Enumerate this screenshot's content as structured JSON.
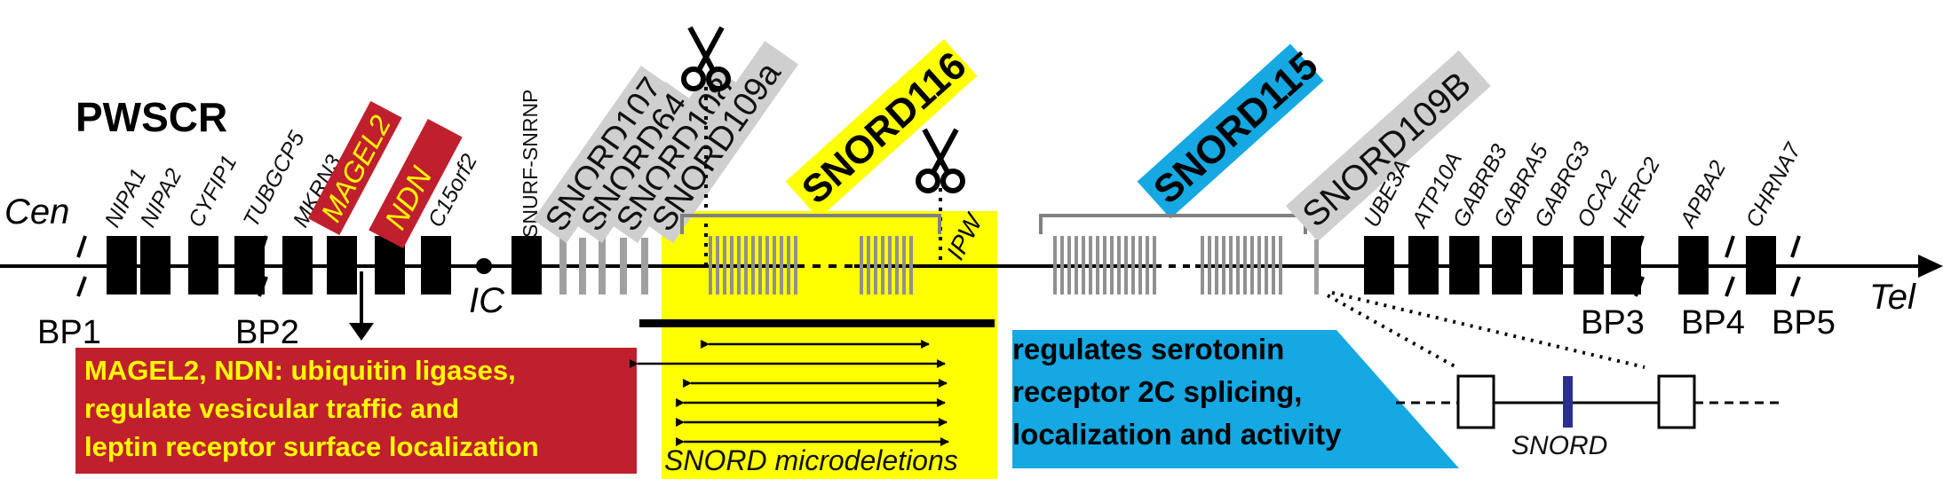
{
  "title": "PWSCR",
  "ends": {
    "left": "Cen",
    "right": "Tel"
  },
  "imprinting_center": "IC",
  "breakpoints": [
    "BP1",
    "BP2",
    "BP3",
    "BP4",
    "BP5"
  ],
  "genes_left": [
    "NIPA1",
    "NIPA2",
    "CYFIP1",
    "TUBGCP5",
    "MKRN3",
    "C15orf2"
  ],
  "highlighted_genes": [
    "MAGEL2",
    "NDN"
  ],
  "snurf": "SNURF-SNRNP",
  "gray_snords": [
    "SNORD107",
    "SNORD64",
    "SNORD108",
    "SNORD109a"
  ],
  "snord116": "SNORD116",
  "ipw": "IPW",
  "snord115": "SNORD115",
  "snord109b": "SNORD109B",
  "genes_right": [
    "UBE3A",
    "ATP10A",
    "GABRB3",
    "GABRA5",
    "GABRG3",
    "OCA2",
    "HERC2"
  ],
  "genes_far": [
    "APBA2",
    "CHRNA7"
  ],
  "red_box_lines": [
    "MAGEL2, NDN: ubiquitin ligases,",
    "regulate vesicular traffic and",
    "leptin receptor surface localization"
  ],
  "blue_box_lines": [
    "regulates serotonin",
    "receptor 2C splicing,",
    "localization  and activity"
  ],
  "microdeletions": "SNORD microdeletions",
  "snord_inset": "SNORD",
  "colors": {
    "red": "#c0202e",
    "yellow": "#ffff00",
    "blue": "#15a8e2",
    "gray": "#cfcfcf",
    "dark_blue": "#2a2f8f"
  }
}
